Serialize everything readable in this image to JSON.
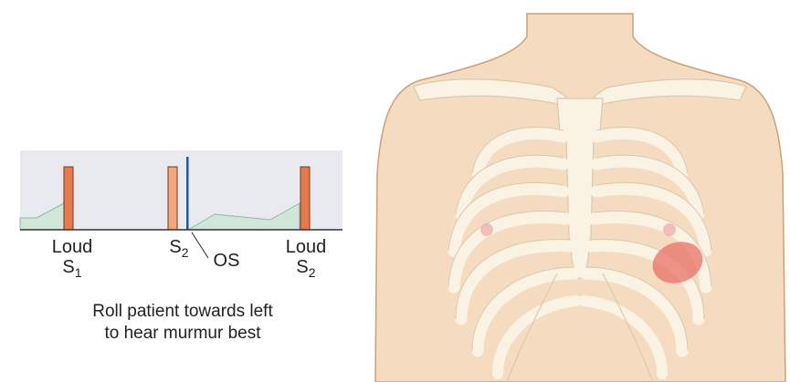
{
  "phonocardiogram": {
    "colors": {
      "background_band": "#e9eaf0",
      "murmur_fill": "#cfe6d8",
      "murmur_stroke": "#8fb8a4",
      "loud_sound": "#e8794a",
      "soft_sound": "#f2a77a",
      "opening_snap": "#1f5a9e",
      "baseline": "#333333"
    },
    "labels": {
      "s1_loud": "Loud",
      "s1_base": "S",
      "s1_sub": "1",
      "s2_base": "S",
      "s2_sub": "2",
      "os": "OS",
      "s2_loud": "Loud",
      "s2b_base": "S",
      "s2b_sub": "2"
    }
  },
  "caption": {
    "line1": "Roll patient towards left",
    "line2": "to hear murmur best"
  },
  "thorax": {
    "colors": {
      "skin": "#f5dcc0",
      "skin_outline": "#c9a27a",
      "bone": "#faf3e4",
      "bone_outline": "#d8c9ad",
      "nipple": "#e9a7a6",
      "auscultation_area": "#e8726a"
    }
  }
}
